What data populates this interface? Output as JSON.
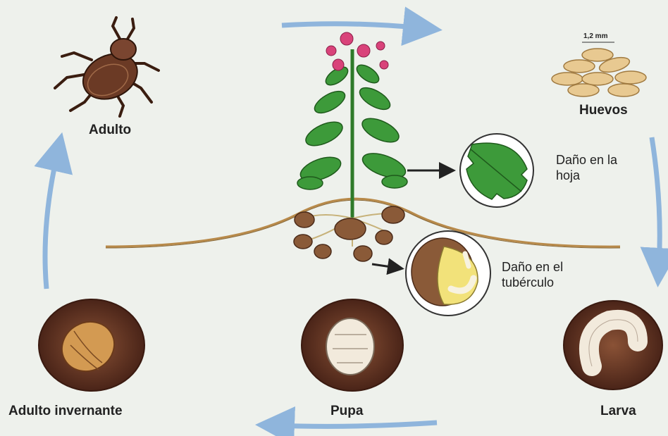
{
  "diagram": {
    "stages": {
      "adult": "Adulto",
      "eggs": "Huevos",
      "larva": "Larva",
      "pupa": "Pupa",
      "overwintering_adult": "Adulto invernante"
    },
    "egg_scale": "1,2 mm",
    "leaf_damage": "Daño en la hoja",
    "tuber_damage": "Daño en el tubérculo",
    "colors": {
      "arrow": "#8fb5dc",
      "soil": "#6a3a28",
      "leaf": "#3d9a3a",
      "flower": "#d9437a",
      "weevil": "#6b3a25",
      "egg": "#e8c991"
    }
  }
}
